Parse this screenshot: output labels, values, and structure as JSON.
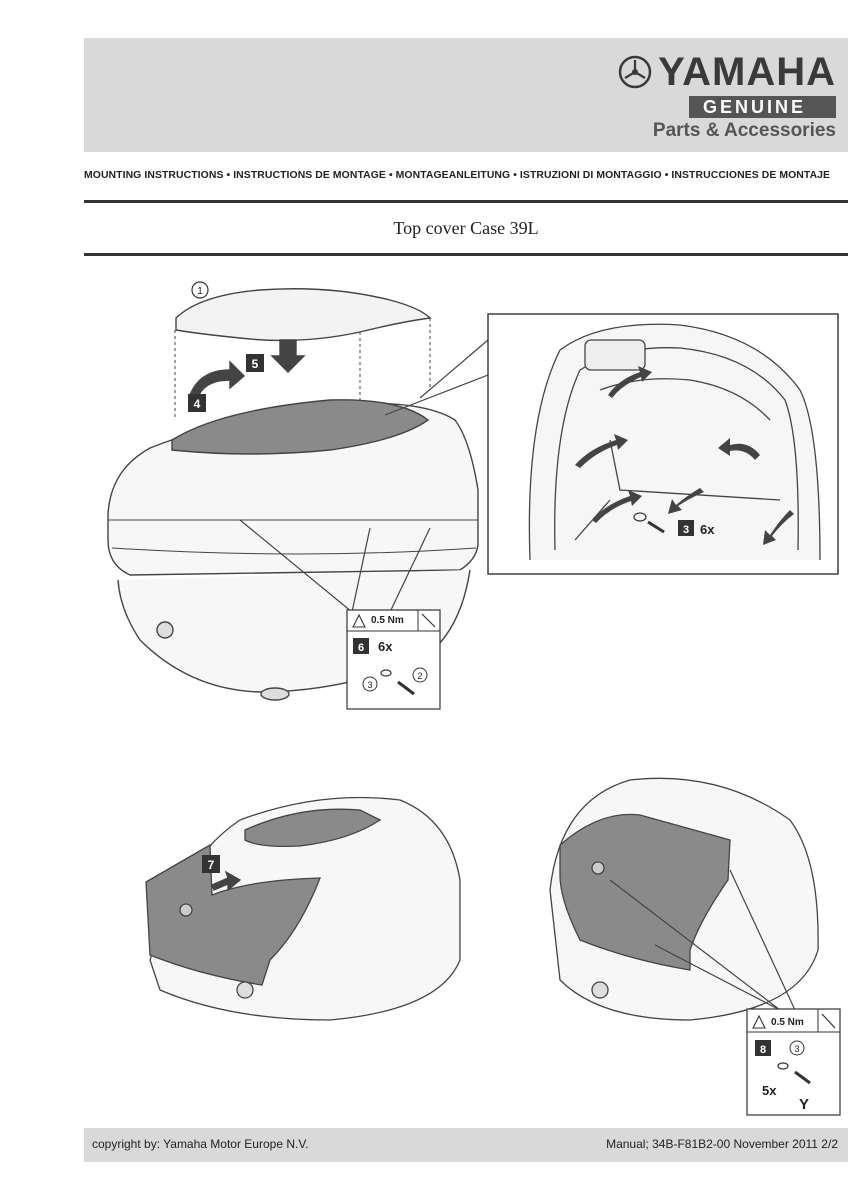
{
  "header": {
    "brand": "YAMAHA",
    "genuine": "GENUINE",
    "parts": "Parts & Accessories",
    "languages": "MOUNTING INSTRUCTIONS • INSTRUCTIONS DE MONTAGE • MONTAGEANLEITUNG • ISTRUZIONI DI MONTAGGIO • INSTRUCCIONES DE MONTAJE"
  },
  "title": "Top cover Case 39L",
  "steps": {
    "s1": "1",
    "s2": "2",
    "s3": "3",
    "s4": "4",
    "s5": "5",
    "s6": "6",
    "s7": "7",
    "s8": "8"
  },
  "callouts": {
    "torque": "0.5 Nm",
    "qty_6x": "6x",
    "qty_5x": "5x",
    "letter_y": "Y"
  },
  "footer": {
    "copyright": "copyright by: Yamaha Motor Europe N.V.",
    "manual": "Manual; 34B-F81B2-00  November 2011 2/2"
  },
  "colors": {
    "band": "#d9d9d9",
    "cover_dark": "#8a8a8a",
    "line": "#333333"
  }
}
